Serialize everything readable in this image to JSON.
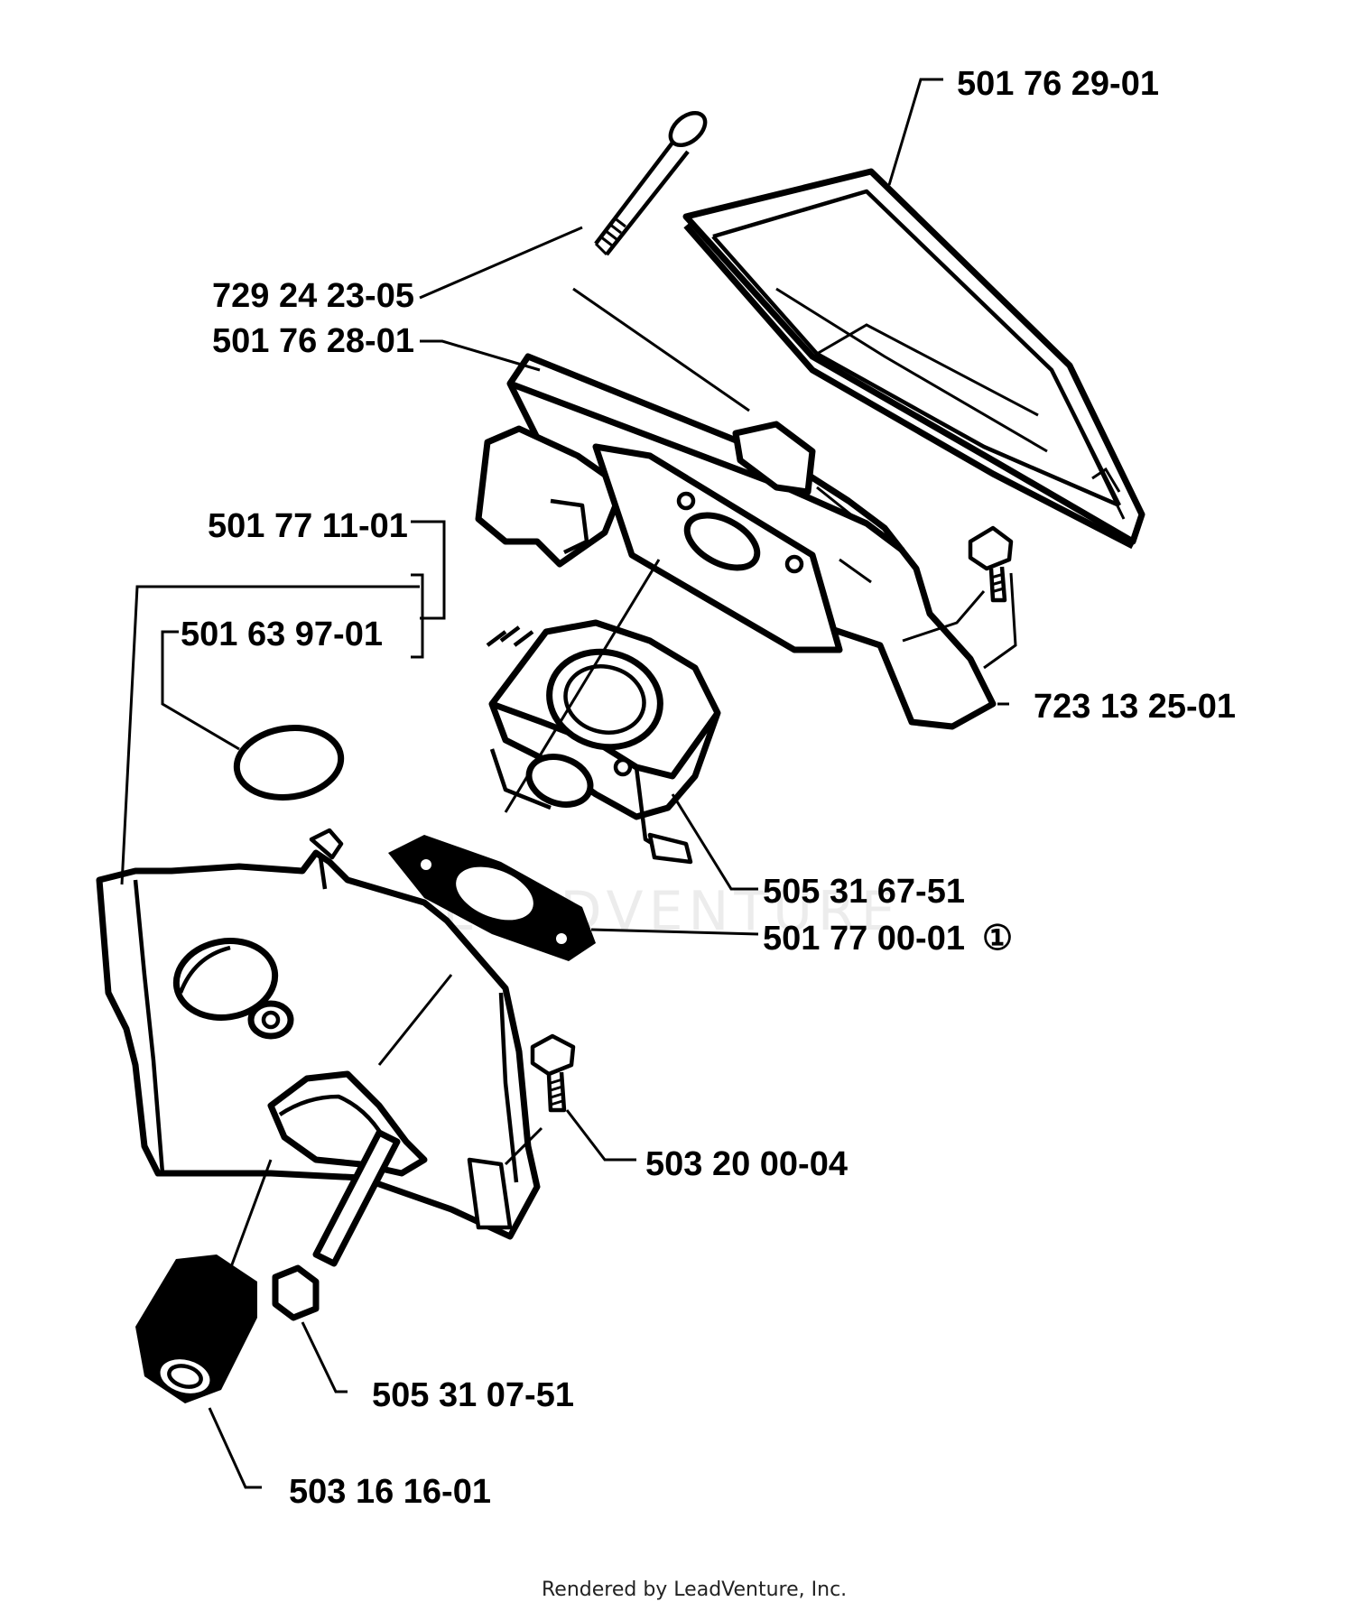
{
  "labels": {
    "air_filter_cover": "501 76 29-01",
    "screw_long": "729 24 23-05",
    "air_filter_holder": "501 76 28-01",
    "bracket": "501 77 11-01",
    "gasket_ring": "501 63 97-01",
    "screw_right": "723 13 25-01",
    "carburetor": "505 31 67-51",
    "carb_gasket": "501 77 00-01",
    "screw_lower": "503 20 00-04",
    "bushing": "505 31 07-51",
    "knob": "503 16 16-01"
  },
  "footnote_marker": "①",
  "watermark": "LEADVENTURE",
  "footer": "Rendered by LeadVenture, Inc."
}
